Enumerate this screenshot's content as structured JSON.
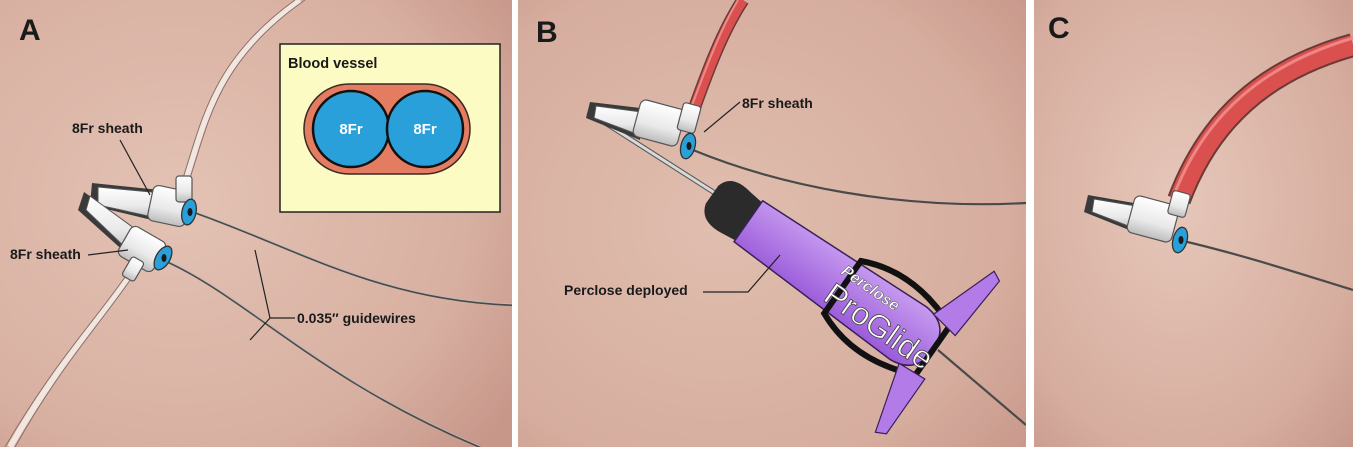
{
  "panels": [
    {
      "letter": "A",
      "labels": {
        "sheath_top": "8Fr sheath",
        "sheath_left": "8Fr sheath",
        "guidewires": "0.035″ guidewires"
      },
      "inset": {
        "title": "Blood vessel",
        "left_circle": "8Fr",
        "right_circle": "8Fr"
      }
    },
    {
      "letter": "B",
      "labels": {
        "sheath": "8Fr sheath",
        "device": "Perclose deployed"
      },
      "device_text": {
        "brand": "Perclose",
        "model": "ProGlide"
      }
    },
    {
      "letter": "C"
    }
  ],
  "colors": {
    "skin": "#ddb9aa",
    "skin_dark": "#c99a8b",
    "vessel_outer": "#e37c60",
    "sheath_blue": "#2aa0db",
    "inset_bg": "#fdfbc4",
    "device_purple": "#b27be8",
    "blood": "#d9504f"
  }
}
